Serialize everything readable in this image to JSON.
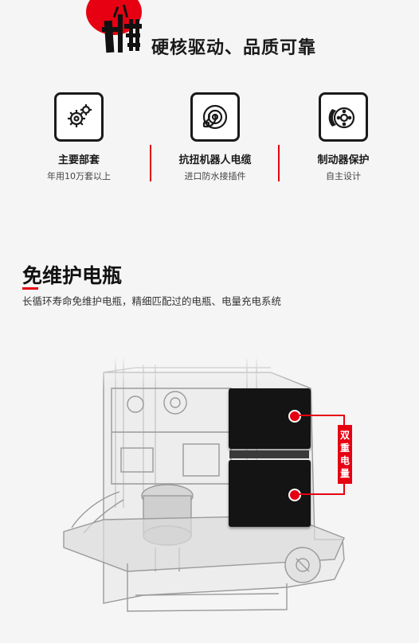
{
  "header": {
    "headline": "硬核驱动、品质可靠"
  },
  "features": [
    {
      "title": "主要部套",
      "subtitle": "年用10万套以上",
      "icon": "gear-icon"
    },
    {
      "title": "抗扭机器人电缆",
      "subtitle": "进口防水接插件",
      "icon": "cable-reel-icon"
    },
    {
      "title": "制动器保护",
      "subtitle": "自主设计",
      "icon": "brake-disc-icon"
    }
  ],
  "battery_section": {
    "title": "免维护电瓶",
    "description": "长循环寿命免维护电瓶，精细匹配过的电瓶、电量充电系统",
    "callout_label": "双重电量"
  },
  "colors": {
    "accent": "#e60012",
    "dark": "#1a1a1a",
    "background": "#f5f5f5"
  }
}
